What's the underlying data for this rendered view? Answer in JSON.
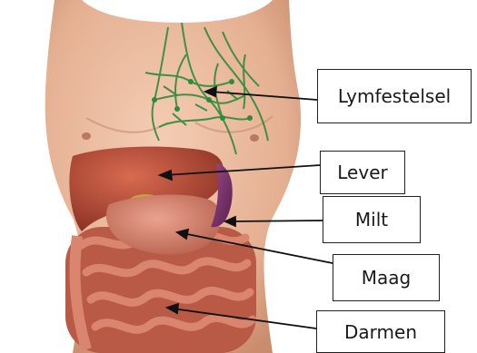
{
  "labels": {
    "lymph": "Lymfestelsel",
    "liver": "Lever",
    "spleen": "Milt",
    "stomach": "Maag",
    "intestines": "Darmen"
  },
  "colors": {
    "skin": "#e8b79a",
    "liver": "#b94b36",
    "spleen": "#7b2f6a",
    "stomach": "#d07e6c",
    "intestine": "#c6674f",
    "lymph": "#2e8b3a",
    "pointer": "#111111"
  }
}
